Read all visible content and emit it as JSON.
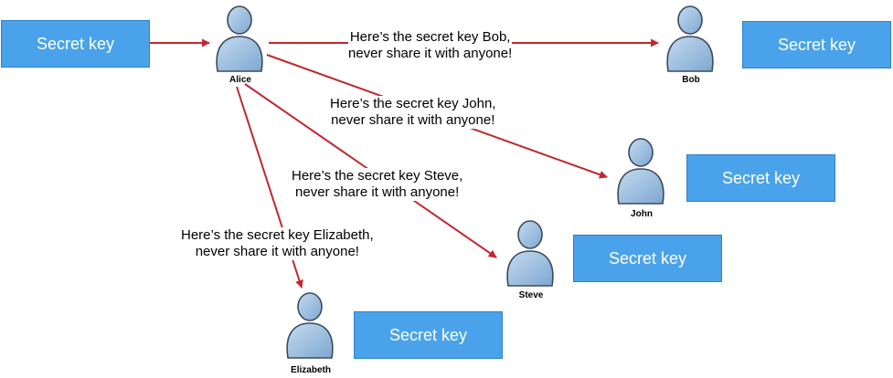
{
  "colors": {
    "arrow": "#c0282f",
    "key_box_fill": "#4aa3ea",
    "key_box_border": "#2f80c8",
    "person_fill": "#8fb6dc",
    "person_stroke": "#3c4a5c"
  },
  "icon": "user-silhouette-icon",
  "people": [
    {
      "id": "alice",
      "name": "Alice"
    },
    {
      "id": "bob",
      "name": "Bob"
    },
    {
      "id": "john",
      "name": "John"
    },
    {
      "id": "steve",
      "name": "Steve"
    },
    {
      "id": "elizabeth",
      "name": "Elizabeth"
    }
  ],
  "keys": [
    {
      "owner": "alice",
      "label": "Secret key"
    },
    {
      "owner": "bob",
      "label": "Secret key"
    },
    {
      "owner": "john",
      "label": "Secret key"
    },
    {
      "owner": "steve",
      "label": "Secret key"
    },
    {
      "owner": "elizabeth",
      "label": "Secret key"
    }
  ],
  "messages": [
    {
      "to": "bob",
      "line1": "Here’s the secret key Bob,",
      "line2": "never share it with anyone!"
    },
    {
      "to": "john",
      "line1": "Here’s the secret key John,",
      "line2": "never share it with anyone!"
    },
    {
      "to": "steve",
      "line1": "Here’s the secret key Steve,",
      "line2": "never share it with anyone!"
    },
    {
      "to": "elizabeth",
      "line1": "Here’s the secret key Elizabeth,",
      "line2": "never share it with anyone!"
    }
  ]
}
